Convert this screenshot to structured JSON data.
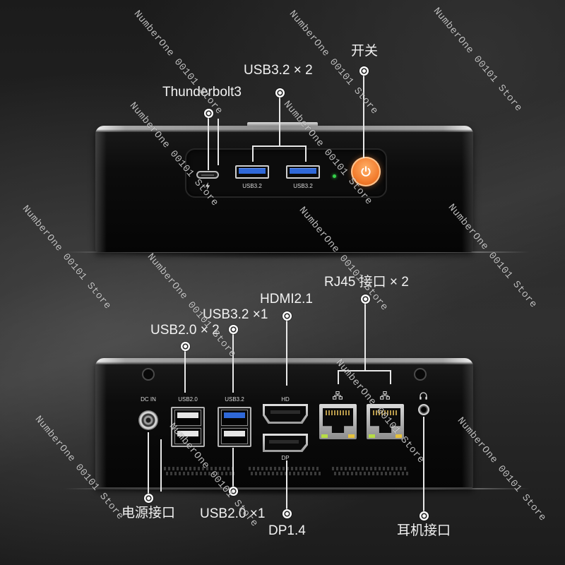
{
  "watermark": "NumberOne 00101 Store",
  "top_view": {
    "callouts": {
      "power_switch": "开关",
      "usb32": "USB3.2 × 2",
      "thunderbolt": "Thunderbolt3"
    },
    "port_labels": [
      "USB3.2",
      "USB3.2"
    ]
  },
  "rear_view": {
    "callouts_above": {
      "rj45": "RJ45 接口 × 2",
      "hdmi": "HDMI2.1",
      "usb32": "USB3.2 ×1",
      "usb20": "USB2.0 × 2"
    },
    "port_labels": {
      "dc_in": "DC IN",
      "usb20": "USB2.0",
      "usb32": "USB3.2",
      "hdmi": "HD",
      "dp": "DP"
    },
    "callouts_below": {
      "power_jack": "电源接口",
      "usb20": "USB2.0 ×1",
      "dp": "DP1.4",
      "audio": "耳机接口"
    }
  },
  "icons": {
    "thunderbolt": "thunderbolt-icon",
    "power_button": "power-icon",
    "lan": "network-icon",
    "audio": "headphone-icon"
  },
  "colors": {
    "power_button": "#f27b2c",
    "usb32_port": "#2f68d8",
    "status_led": "#35d04a",
    "rj45_led_left": "#b7dd45",
    "rj45_led_right": "#e6c23c"
  }
}
